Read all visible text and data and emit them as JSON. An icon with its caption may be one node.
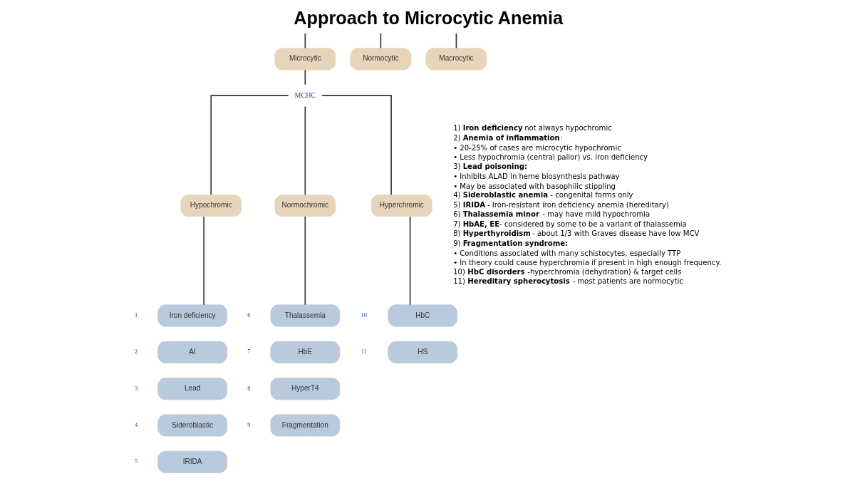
{
  "diagram": {
    "title": "Approach to Microcytic Anemia",
    "nodes": [
      {
        "text": [
          "Microcytic"
        ]
      },
      {
        "text": [
          "Normocytic"
        ]
      },
      {
        "text": [
          "Macrocytic"
        ]
      },
      {
        "text": [
          "MCHC"
        ]
      },
      {
        "text": [
          "Hypochromic"
        ]
      },
      {
        "text": [
          "Normochromic"
        ]
      },
      {
        "text": [
          "Hyperchromic"
        ]
      },
      {
        "text": [
          "Iron deficiency"
        ],
        "beside": [
          "1"
        ]
      },
      {
        "text": [
          "AI"
        ],
        "beside": [
          "2"
        ]
      },
      {
        "text": [
          "Lead"
        ],
        "beside": [
          "3"
        ]
      },
      {
        "text": [
          "Sideroblastic"
        ],
        "beside": [
          "4"
        ]
      },
      {
        "text": [
          "IRIDA"
        ],
        "beside": [
          "5"
        ]
      },
      {
        "text": [
          "Thalassemia"
        ],
        "beside": [
          "6"
        ]
      },
      {
        "text": [
          "HbE"
        ],
        "beside": [
          "7"
        ]
      },
      {
        "text": [
          "HyperT4"
        ],
        "beside": [
          "8"
        ]
      },
      {
        "text": [
          "Fragmentation"
        ],
        "beside": [
          "9"
        ]
      },
      {
        "text": [
          "HbC"
        ],
        "beside": [
          "10"
        ]
      },
      {
        "text": [
          "HS"
        ],
        "beside": [
          "11"
        ]
      }
    ],
    "edges": [
      {
        "from": null,
        "to": 0,
        "arrow": "none"
      },
      {
        "from": null,
        "to": 1,
        "arrow": "none"
      },
      {
        "from": null,
        "to": 2,
        "arrow": "none"
      },
      {
        "from": 0,
        "to": 3,
        "arrow": "none"
      },
      {
        "from": 3,
        "to": 4,
        "arrow": "none"
      },
      {
        "from": 3,
        "to": 5,
        "arrow": "none"
      },
      {
        "from": 3,
        "to": 6,
        "arrow": "none"
      },
      {
        "from": 4,
        "to": 7,
        "arrow": "none"
      },
      {
        "from": 5,
        "to": 12,
        "arrow": "none"
      },
      {
        "from": 6,
        "to": 16,
        "arrow": "none"
      }
    ],
    "labels": [
      "1) **Iron deficiency** not always hypochromic",
      "2) **Anemia of inflammation**:",
      "• 20-25% of cases are microcytic hypochromic",
      "• Less hypochromia (central pallor) vs. iron deficiency",
      "3) **Lead poisoning:**",
      "• Inhibits ALAD in heme biosynthesis pathway",
      "• May be associated with basophilic stippling",
      "4) **Sideroblastic anemia** - congenital forms only",
      "5) **IRIDA** - Iron-resistant iron deficiency anemia (hereditary)",
      "6) **Thalassemia minor** - may have mild hypochromia",
      "7) **HbAE, EE**- considered by some to be a variant of thalassemia",
      "8) **Hyperthyroidism** - about 1/3 with Graves disease have low MCV",
      "9) **Fragmentation syndrome:**",
      "• Conditions associated with many schistocytes, especially TTP",
      "• In theory could cause hyperchromia if present in high enough frequency.",
      "10) **HbC disorders** -hyperchromia (dehydration) & target cells",
      "11) **Hereditary spherocytosis** - most patients are normocytic"
    ]
  }
}
